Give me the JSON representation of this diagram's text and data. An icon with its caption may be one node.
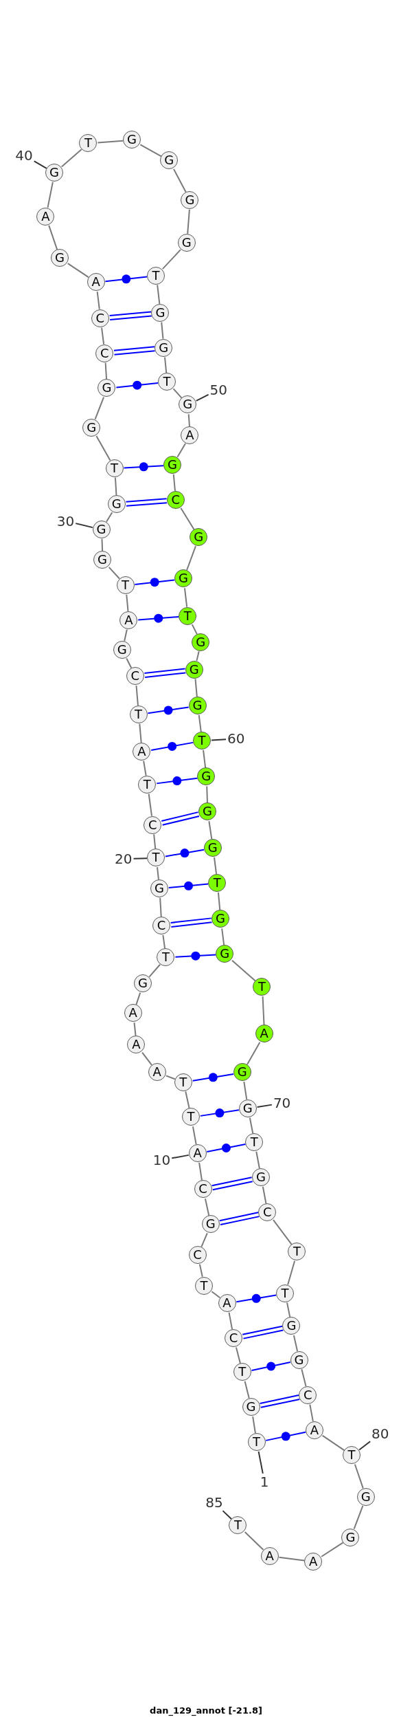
{
  "diagram": {
    "caption": "dan_129_annot [-21.8]",
    "nodes": [
      {
        "text": [
          "T"
        ]
      },
      {
        "text": [
          "G"
        ]
      },
      {
        "text": [
          "T"
        ]
      },
      {
        "text": [
          "C"
        ]
      },
      {
        "text": [
          "A"
        ]
      },
      {
        "text": [
          "T"
        ]
      },
      {
        "text": [
          "C"
        ]
      },
      {
        "text": [
          "G"
        ]
      },
      {
        "text": [
          "C"
        ]
      },
      {
        "text": [
          "A"
        ]
      },
      {
        "text": [
          "T"
        ]
      },
      {
        "text": [
          "T"
        ]
      },
      {
        "text": [
          "A"
        ]
      },
      {
        "text": [
          "A"
        ]
      },
      {
        "text": [
          "A"
        ]
      },
      {
        "text": [
          "G"
        ]
      },
      {
        "text": [
          "T"
        ]
      },
      {
        "text": [
          "C"
        ]
      },
      {
        "text": [
          "G"
        ]
      },
      {
        "text": [
          "T"
        ]
      },
      {
        "text": [
          "C"
        ]
      },
      {
        "text": [
          "T"
        ]
      },
      {
        "text": [
          "A"
        ]
      },
      {
        "text": [
          "T"
        ]
      },
      {
        "text": [
          "C"
        ]
      },
      {
        "text": [
          "G"
        ]
      },
      {
        "text": [
          "A"
        ]
      },
      {
        "text": [
          "T"
        ]
      },
      {
        "text": [
          "G"
        ]
      },
      {
        "text": [
          "G"
        ]
      },
      {
        "text": [
          "G"
        ]
      },
      {
        "text": [
          "T"
        ]
      },
      {
        "text": [
          "G"
        ]
      },
      {
        "text": [
          "G"
        ]
      },
      {
        "text": [
          "C"
        ]
      },
      {
        "text": [
          "C"
        ]
      },
      {
        "text": [
          "A"
        ]
      },
      {
        "text": [
          "G"
        ]
      },
      {
        "text": [
          "A"
        ]
      },
      {
        "text": [
          "G"
        ]
      },
      {
        "text": [
          "T"
        ]
      },
      {
        "text": [
          "G"
        ]
      },
      {
        "text": [
          "G"
        ]
      },
      {
        "text": [
          "G"
        ]
      },
      {
        "text": [
          "G"
        ]
      },
      {
        "text": [
          "T"
        ]
      },
      {
        "text": [
          "G"
        ]
      },
      {
        "text": [
          "G"
        ]
      },
      {
        "text": [
          "T"
        ]
      },
      {
        "text": [
          "G"
        ]
      },
      {
        "text": [
          "A"
        ]
      },
      {
        "text": [
          "G"
        ]
      },
      {
        "text": [
          "C"
        ]
      },
      {
        "text": [
          "G"
        ]
      },
      {
        "text": [
          "G"
        ]
      },
      {
        "text": [
          "T"
        ]
      },
      {
        "text": [
          "G"
        ]
      },
      {
        "text": [
          "G"
        ]
      },
      {
        "text": [
          "G"
        ]
      },
      {
        "text": [
          "T"
        ]
      },
      {
        "text": [
          "G"
        ]
      },
      {
        "text": [
          "G"
        ]
      },
      {
        "text": [
          "G"
        ]
      },
      {
        "text": [
          "T"
        ]
      },
      {
        "text": [
          "G"
        ]
      },
      {
        "text": [
          "G"
        ]
      },
      {
        "text": [
          "T"
        ]
      },
      {
        "text": [
          "A"
        ]
      },
      {
        "text": [
          "G"
        ]
      },
      {
        "text": [
          "G"
        ]
      },
      {
        "text": [
          "T"
        ]
      },
      {
        "text": [
          "G"
        ]
      },
      {
        "text": [
          "C"
        ]
      },
      {
        "text": [
          "T"
        ]
      },
      {
        "text": [
          "T"
        ]
      },
      {
        "text": [
          "G"
        ]
      },
      {
        "text": [
          "G"
        ]
      },
      {
        "text": [
          "C"
        ]
      },
      {
        "text": [
          "A"
        ]
      },
      {
        "text": [
          "T"
        ]
      },
      {
        "text": [
          "G"
        ]
      },
      {
        "text": [
          "G"
        ]
      },
      {
        "text": [
          "A"
        ]
      },
      {
        "text": [
          "A"
        ]
      },
      {
        "text": [
          "T"
        ]
      },
      {
        "text": [
          "40"
        ]
      },
      {
        "text": [
          "50"
        ]
      },
      {
        "text": [
          "30"
        ]
      },
      {
        "text": [
          "60"
        ]
      },
      {
        "text": [
          "20"
        ]
      },
      {
        "text": [
          "70"
        ]
      },
      {
        "text": [
          "10"
        ]
      },
      {
        "text": [
          "80"
        ]
      },
      {
        "text": [
          "1"
        ]
      },
      {
        "text": [
          "85"
        ]
      }
    ],
    "edges": [
      {
        "from": 0,
        "to": 1,
        "arrow": "none"
      },
      {
        "from": 1,
        "to": 2,
        "arrow": "none"
      },
      {
        "from": 2,
        "to": 3,
        "arrow": "none"
      },
      {
        "from": 3,
        "to": 4,
        "arrow": "none"
      },
      {
        "from": 4,
        "to": 5,
        "arrow": "none"
      },
      {
        "from": 5,
        "to": 6,
        "arrow": "none"
      },
      {
        "from": 6,
        "to": 7,
        "arrow": "none"
      },
      {
        "from": 7,
        "to": 8,
        "arrow": "none"
      },
      {
        "from": 8,
        "to": 9,
        "arrow": "none"
      },
      {
        "from": 9,
        "to": 10,
        "arrow": "none"
      },
      {
        "from": 10,
        "to": 11,
        "arrow": "none"
      },
      {
        "from": 11,
        "to": 12,
        "arrow": "none"
      },
      {
        "from": 12,
        "to": 13,
        "arrow": "none"
      },
      {
        "from": 13,
        "to": 14,
        "arrow": "none"
      },
      {
        "from": 14,
        "to": 15,
        "arrow": "none"
      },
      {
        "from": 15,
        "to": 16,
        "arrow": "none"
      },
      {
        "from": 16,
        "to": 17,
        "arrow": "none"
      },
      {
        "from": 17,
        "to": 18,
        "arrow": "none"
      },
      {
        "from": 18,
        "to": 19,
        "arrow": "none"
      },
      {
        "from": 19,
        "to": 20,
        "arrow": "none"
      },
      {
        "from": 20,
        "to": 21,
        "arrow": "none"
      },
      {
        "from": 21,
        "to": 22,
        "arrow": "none"
      },
      {
        "from": 22,
        "to": 23,
        "arrow": "none"
      },
      {
        "from": 23,
        "to": 24,
        "arrow": "none"
      },
      {
        "from": 24,
        "to": 25,
        "arrow": "none"
      },
      {
        "from": 25,
        "to": 26,
        "arrow": "none"
      },
      {
        "from": 26,
        "to": 27,
        "arrow": "none"
      },
      {
        "from": 27,
        "to": 28,
        "arrow": "none"
      },
      {
        "from": 28,
        "to": 29,
        "arrow": "none"
      },
      {
        "from": 29,
        "to": 30,
        "arrow": "none"
      },
      {
        "from": 30,
        "to": 31,
        "arrow": "none"
      },
      {
        "from": 31,
        "to": 32,
        "arrow": "none"
      },
      {
        "from": 32,
        "to": 33,
        "arrow": "none"
      },
      {
        "from": 33,
        "to": 34,
        "arrow": "none"
      },
      {
        "from": 34,
        "to": 35,
        "arrow": "none"
      },
      {
        "from": 35,
        "to": 36,
        "arrow": "none"
      },
      {
        "from": 36,
        "to": 37,
        "arrow": "none"
      },
      {
        "from": 37,
        "to": 38,
        "arrow": "none"
      },
      {
        "from": 38,
        "to": 39,
        "arrow": "none"
      },
      {
        "from": 39,
        "to": 40,
        "arrow": "none"
      },
      {
        "from": 40,
        "to": 41,
        "arrow": "none"
      },
      {
        "from": 41,
        "to": 42,
        "arrow": "none"
      },
      {
        "from": 42,
        "to": 43,
        "arrow": "none"
      },
      {
        "from": 43,
        "to": 44,
        "arrow": "none"
      },
      {
        "from": 44,
        "to": 45,
        "arrow": "none"
      },
      {
        "from": 45,
        "to": 46,
        "arrow": "none"
      },
      {
        "from": 46,
        "to": 47,
        "arrow": "none"
      },
      {
        "from": 47,
        "to": 48,
        "arrow": "none"
      },
      {
        "from": 48,
        "to": 49,
        "arrow": "none"
      },
      {
        "from": 49,
        "to": 50,
        "arrow": "none"
      },
      {
        "from": 50,
        "to": 51,
        "arrow": "none"
      },
      {
        "from": 51,
        "to": 52,
        "arrow": "none"
      },
      {
        "from": 52,
        "to": 53,
        "arrow": "none"
      },
      {
        "from": 53,
        "to": 54,
        "arrow": "none"
      },
      {
        "from": 54,
        "to": 55,
        "arrow": "none"
      },
      {
        "from": 55,
        "to": 56,
        "arrow": "none"
      },
      {
        "from": 56,
        "to": 57,
        "arrow": "none"
      },
      {
        "from": 57,
        "to": 58,
        "arrow": "none"
      },
      {
        "from": 58,
        "to": 59,
        "arrow": "none"
      },
      {
        "from": 59,
        "to": 60,
        "arrow": "none"
      },
      {
        "from": 60,
        "to": 61,
        "arrow": "none"
      },
      {
        "from": 61,
        "to": 62,
        "arrow": "none"
      },
      {
        "from": 62,
        "to": 63,
        "arrow": "none"
      },
      {
        "from": 63,
        "to": 64,
        "arrow": "none"
      },
      {
        "from": 64,
        "to": 65,
        "arrow": "none"
      },
      {
        "from": 65,
        "to": 66,
        "arrow": "none"
      },
      {
        "from": 66,
        "to": 67,
        "arrow": "none"
      },
      {
        "from": 67,
        "to": 68,
        "arrow": "none"
      },
      {
        "from": 68,
        "to": 69,
        "arrow": "none"
      },
      {
        "from": 69,
        "to": 70,
        "arrow": "none"
      },
      {
        "from": 70,
        "to": 71,
        "arrow": "none"
      },
      {
        "from": 71,
        "to": 72,
        "arrow": "none"
      },
      {
        "from": 72,
        "to": 73,
        "arrow": "none"
      },
      {
        "from": 73,
        "to": 74,
        "arrow": "none"
      },
      {
        "from": 74,
        "to": 75,
        "arrow": "none"
      },
      {
        "from": 75,
        "to": 76,
        "arrow": "none"
      },
      {
        "from": 76,
        "to": 77,
        "arrow": "none"
      },
      {
        "from": 77,
        "to": 78,
        "arrow": "none"
      },
      {
        "from": 78,
        "to": 79,
        "arrow": "none"
      },
      {
        "from": 79,
        "to": 80,
        "arrow": "none"
      },
      {
        "from": 80,
        "to": 81,
        "arrow": "none"
      },
      {
        "from": 81,
        "to": 82,
        "arrow": "none"
      },
      {
        "from": 82,
        "to": 83,
        "arrow": "none"
      },
      {
        "from": 83,
        "to": 84,
        "arrow": "none"
      },
      {
        "from": 0,
        "to": 78,
        "arrow": "none",
        "color": "#0000ff"
      },
      {
        "from": 1,
        "to": 77,
        "arrow": "none",
        "color": "#0000ff"
      },
      {
        "from": 2,
        "to": 76,
        "arrow": "none",
        "color": "#0000ff"
      },
      {
        "from": 3,
        "to": 75,
        "arrow": "none",
        "color": "#0000ff"
      },
      {
        "from": 4,
        "to": 74,
        "arrow": "none",
        "color": "#0000ff"
      },
      {
        "from": 7,
        "to": 72,
        "arrow": "none",
        "color": "#0000ff"
      },
      {
        "from": 8,
        "to": 71,
        "arrow": "none",
        "color": "#0000ff"
      },
      {
        "from": 9,
        "to": 70,
        "arrow": "none",
        "color": "#0000ff"
      },
      {
        "from": 10,
        "to": 69,
        "arrow": "none",
        "color": "#0000ff"
      },
      {
        "from": 11,
        "to": 68,
        "arrow": "none",
        "color": "#0000ff"
      },
      {
        "from": 16,
        "to": 65,
        "arrow": "none",
        "color": "#0000ff"
      },
      {
        "from": 17,
        "to": 64,
        "arrow": "none",
        "color": "#0000ff"
      },
      {
        "from": 18,
        "to": 63,
        "arrow": "none",
        "color": "#0000ff"
      },
      {
        "from": 19,
        "to": 62,
        "arrow": "none",
        "color": "#0000ff"
      },
      {
        "from": 20,
        "to": 61,
        "arrow": "none",
        "color": "#0000ff"
      },
      {
        "from": 21,
        "to": 60,
        "arrow": "none",
        "color": "#0000ff"
      },
      {
        "from": 22,
        "to": 59,
        "arrow": "none",
        "color": "#0000ff"
      },
      {
        "from": 23,
        "to": 58,
        "arrow": "none",
        "color": "#0000ff"
      },
      {
        "from": 24,
        "to": 57,
        "arrow": "none",
        "color": "#0000ff"
      },
      {
        "from": 26,
        "to": 55,
        "arrow": "none",
        "color": "#0000ff"
      },
      {
        "from": 27,
        "to": 54,
        "arrow": "none",
        "color": "#0000ff"
      },
      {
        "from": 30,
        "to": 52,
        "arrow": "none",
        "color": "#0000ff"
      },
      {
        "from": 31,
        "to": 51,
        "arrow": "none",
        "color": "#0000ff"
      },
      {
        "from": 33,
        "to": 48,
        "arrow": "none",
        "color": "#0000ff"
      },
      {
        "from": 34,
        "to": 47,
        "arrow": "none",
        "color": "#0000ff"
      },
      {
        "from": 35,
        "to": 46,
        "arrow": "none",
        "color": "#0000ff"
      },
      {
        "from": 36,
        "to": 45,
        "arrow": "none",
        "color": "#0000ff"
      },
      {
        "from": 85,
        "to": 39,
        "arrow": "none",
        "color": "#333333"
      },
      {
        "from": 86,
        "to": 49,
        "arrow": "none",
        "color": "#333333"
      },
      {
        "from": 87,
        "to": 29,
        "arrow": "none",
        "color": "#333333"
      },
      {
        "from": 88,
        "to": 59,
        "arrow": "none",
        "color": "#333333"
      },
      {
        "from": 89,
        "to": 19,
        "arrow": "none",
        "color": "#333333"
      },
      {
        "from": 90,
        "to": 69,
        "arrow": "none",
        "color": "#333333"
      },
      {
        "from": 91,
        "to": 9,
        "arrow": "none",
        "color": "#333333"
      },
      {
        "from": 92,
        "to": 79,
        "arrow": "none",
        "color": "#333333"
      },
      {
        "from": 93,
        "to": 0,
        "arrow": "none",
        "color": "#333333"
      },
      {
        "from": 94,
        "to": 84,
        "arrow": "none",
        "color": "#333333"
      }
    ]
  }
}
